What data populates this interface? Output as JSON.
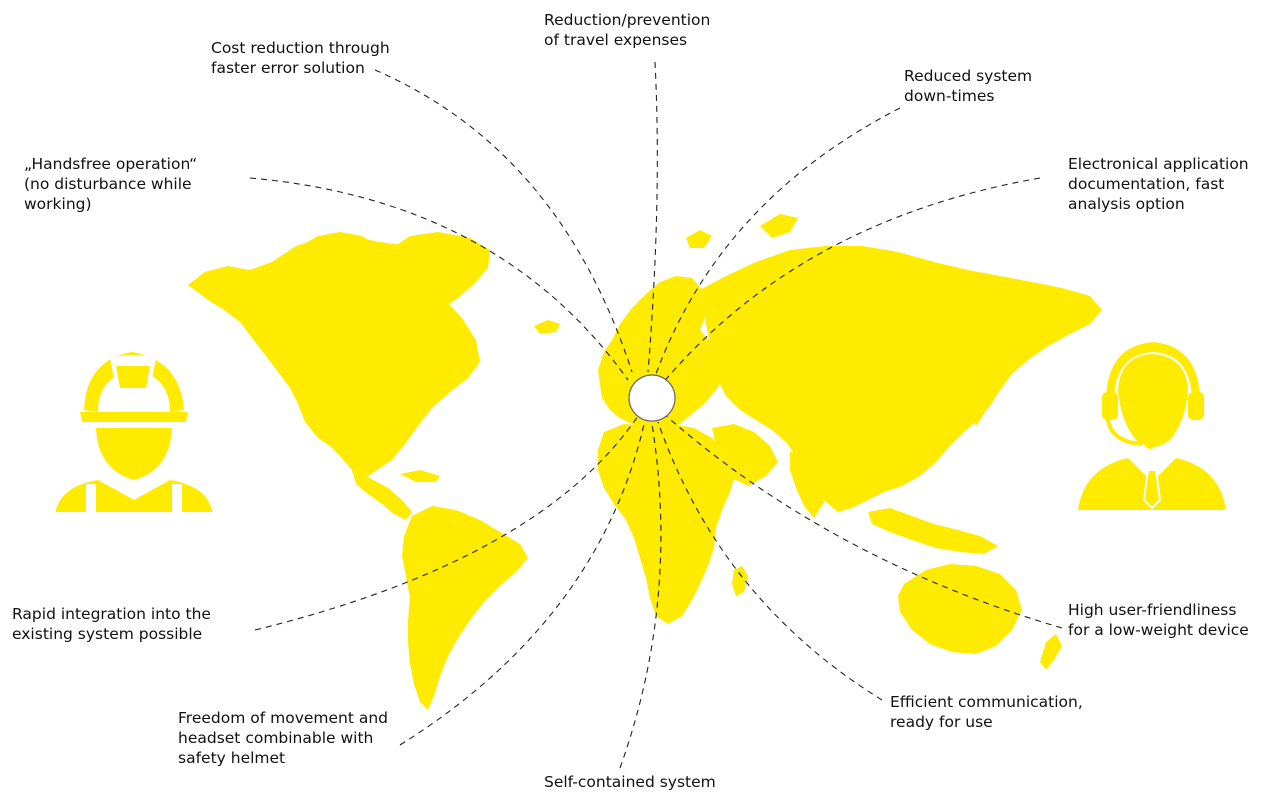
{
  "colors": {
    "map": "#ffeb00",
    "lines": "#222222",
    "text": "#111111",
    "hub_fill": "#ffffff",
    "hub_stroke": "#666666"
  },
  "icons": {
    "left": "worker-helmet-icon",
    "right": "headset-operator-icon",
    "hub": "hub-circle"
  },
  "labels": {
    "travel": "Reduction/prevention\nof travel expenses",
    "cost": "Cost reduction through\nfaster error solution",
    "downtime": "Reduced system\ndown-times",
    "handsfree": "„Handsfree operation“\n(no disturbance while\nworking)",
    "documentation": "Electronical application\ndocumentation, fast\nanalysis option",
    "integration": "Rapid integration into the\nexisting system possible",
    "friendliness": "High user-friendliness\nfor a low-weight device",
    "freedom": "Freedom of movement and\nheadset combinable with\nsafety helmet",
    "communication": "Efficient communication,\nready for use",
    "selfcontained": "Self-contained system"
  }
}
